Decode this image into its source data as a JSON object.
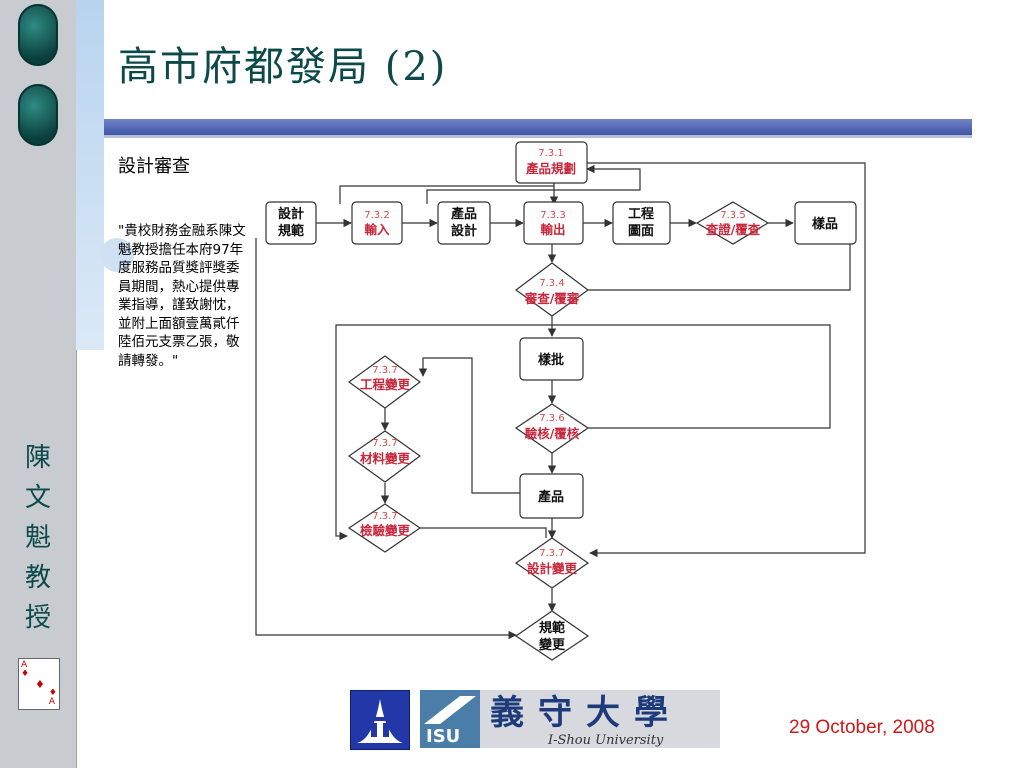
{
  "slide": {
    "title": "高市府都發局 (2)",
    "section_heading": "設計審查",
    "body_text": "\"貴校財務金融系陳文魁教授擔任本府97年度服務品質獎評獎委員期間，熱心提供專業指導，謹致謝忱，並附上面額壹萬貳仟陸佰元支票乙張，敬請轉發。\"",
    "author_vertical": [
      "陳",
      "文",
      "魁",
      "教",
      "授"
    ],
    "date": "29 October, 2008"
  },
  "logo": {
    "isu_chinese": "義守大學",
    "isu_english": "I-Shou University",
    "isu_abbr": "ISU"
  },
  "colors": {
    "title_teal": "#0c4a49",
    "bar_blue": "#3f55a6",
    "flow_red": "#c8283c",
    "date_red": "#d01818"
  },
  "flowchart": {
    "nodes": {
      "n_spec": {
        "label": "設計規範"
      },
      "n_input": {
        "code": "7.3.2",
        "label": "輸入"
      },
      "n_product_design": {
        "label": "產品設計"
      },
      "n_output": {
        "code": "7.3.3",
        "label": "輸出"
      },
      "n_drawing": {
        "label": "工程圖面"
      },
      "n_verify": {
        "code": "7.3.5",
        "label": "查證/覆查"
      },
      "n_sample": {
        "label": "樣品"
      },
      "n_planning": {
        "code": "7.3.1",
        "label": "產品規劃"
      },
      "n_review": {
        "code": "7.3.4",
        "label": "審查/覆審"
      },
      "n_sample_approval": {
        "label": "樣批"
      },
      "n_validate": {
        "code": "7.3.6",
        "label": "驗核/覆核"
      },
      "n_product": {
        "label": "產品"
      },
      "n_eng_change": {
        "code": "7.3.7",
        "label": "工程變更"
      },
      "n_mat_change": {
        "code": "7.3.7",
        "label": "材料變更"
      },
      "n_insp_change": {
        "code": "7.3.7",
        "label": "檢驗變更"
      },
      "n_design_change": {
        "code": "7.3.7",
        "label": "設計變更"
      },
      "n_spec_change": {
        "label": "規範變更"
      }
    }
  }
}
